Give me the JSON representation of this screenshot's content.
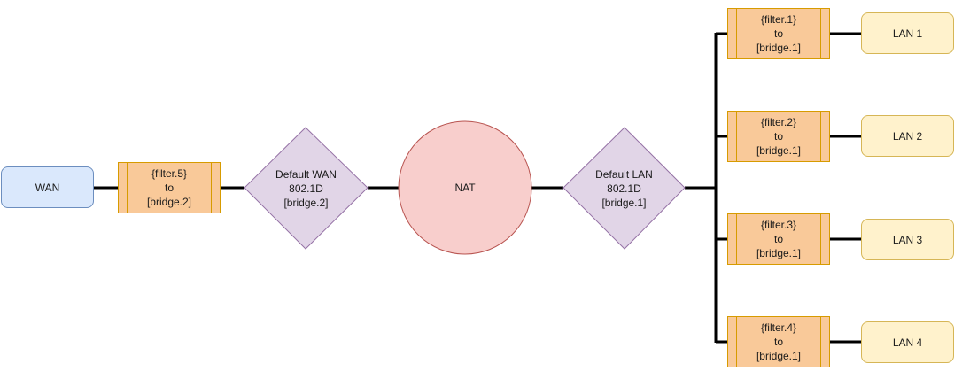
{
  "nodes": {
    "wan": {
      "label": "WAN"
    },
    "filter5": {
      "line1": "{filter.5}",
      "line2": "to",
      "line3": "[bridge.2]"
    },
    "default_wan": {
      "line1": "Default WAN",
      "line2": "802.1D",
      "line3": "[bridge.2]"
    },
    "nat": {
      "label": "NAT"
    },
    "default_lan": {
      "line1": "Default LAN",
      "line2": "802.1D",
      "line3": "[bridge.1]"
    },
    "filter1": {
      "line1": "{filter.1}",
      "line2": "to",
      "line3": "[bridge.1]"
    },
    "filter2": {
      "line1": "{filter.2}",
      "line2": "to",
      "line3": "[bridge.1]"
    },
    "filter3": {
      "line1": "{filter.3}",
      "line2": "to",
      "line3": "[bridge.1]"
    },
    "filter4": {
      "line1": "{filter.4}",
      "line2": "to",
      "line3": "[bridge.1]"
    },
    "lan1": {
      "label": "LAN 1"
    },
    "lan2": {
      "label": "LAN 2"
    },
    "lan3": {
      "label": "LAN 3"
    },
    "lan4": {
      "label": "LAN 4"
    }
  },
  "colors": {
    "wan_fill": "#dae8fc",
    "wan_stroke": "#6c8ebf",
    "filter_fill": "#f9c999",
    "filter_stroke": "#d79b00",
    "bridge_fill": "#e1d5e7",
    "bridge_stroke": "#9673a6",
    "nat_fill": "#f8cecc",
    "nat_stroke": "#b85450",
    "lan_fill": "#fff2cc",
    "lan_stroke": "#d6b656",
    "edge": "#000000"
  }
}
